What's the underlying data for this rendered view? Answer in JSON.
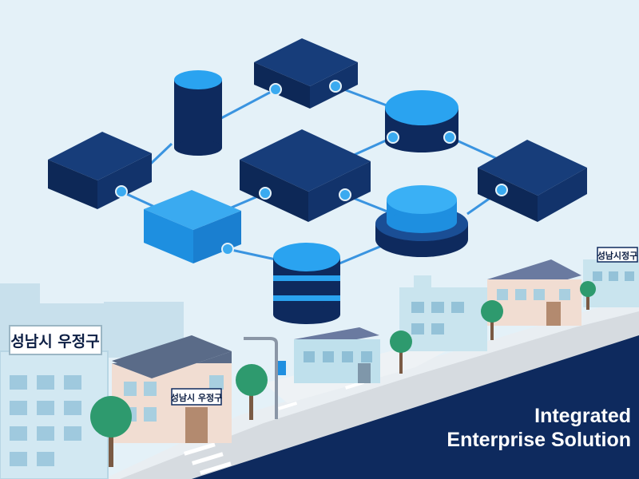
{
  "signs": {
    "left_building": "성남시 우정구",
    "middle_building": "성남시 우정구",
    "right_building": "성남시정구"
  },
  "caption": {
    "line1": "Integrated",
    "line2": "Enterprise Solution"
  },
  "colors": {
    "sky": "#e4f1f8",
    "navy": "#0e2a5e",
    "bright_blue": "#1e9be8",
    "connector": "#2f8fe0",
    "road": "#d6dbe0",
    "tree": "#2e9a6e"
  }
}
